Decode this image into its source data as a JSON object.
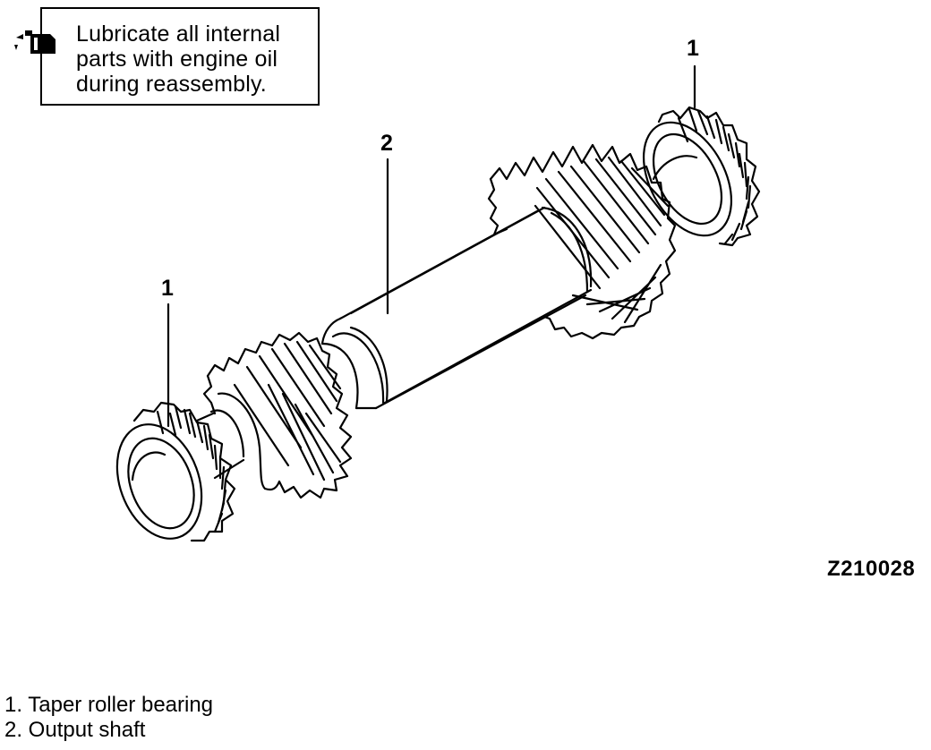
{
  "note": {
    "text": "Lubricate all internal\nparts with engine oil\nduring reassembly.",
    "icon": "oil-can-icon"
  },
  "callouts": {
    "bearing_right": "1",
    "shaft": "2",
    "bearing_left": "1"
  },
  "figure_code": "Z210028",
  "legend": [
    "1. Taper roller bearing",
    "2. Output shaft"
  ]
}
